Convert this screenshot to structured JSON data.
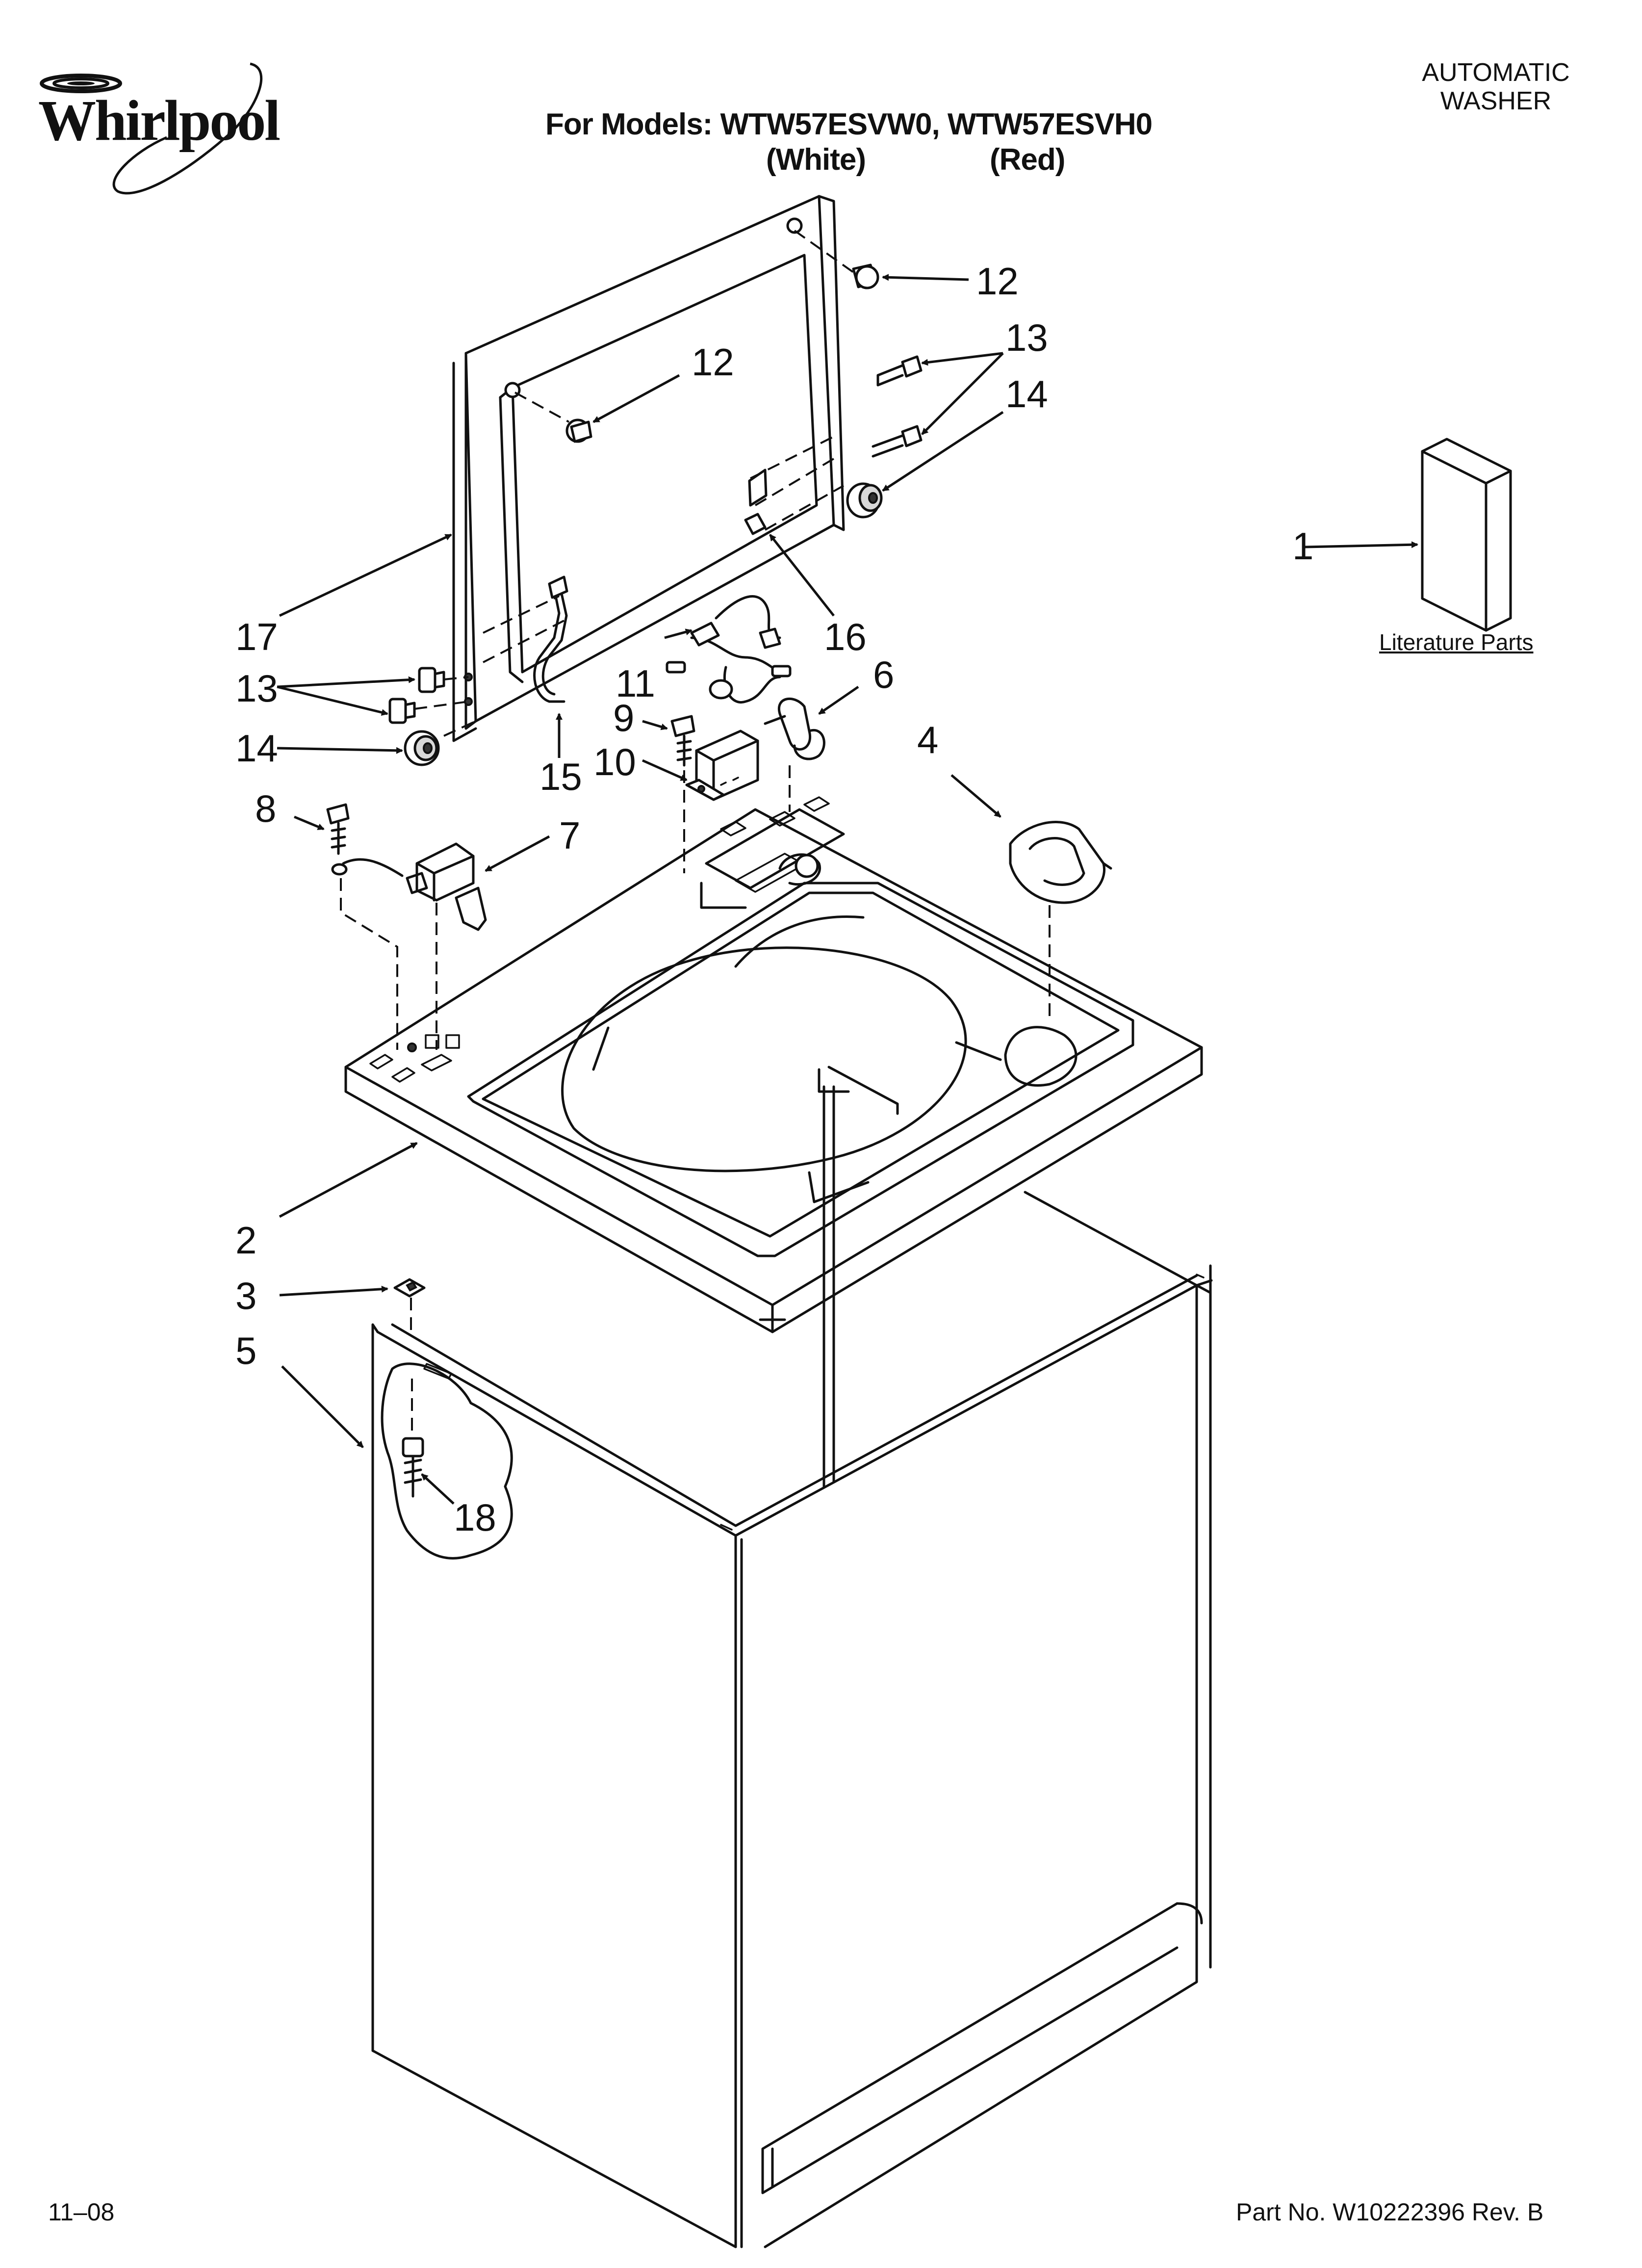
{
  "header": {
    "brand": "Whirlpool",
    "models_line": "For Models: WTW57ESVW0, WTW57ESVH0",
    "color_white": "(White)",
    "color_red": "(Red)",
    "doc_type_line1": "AUTOMATIC",
    "doc_type_line2": "WASHER"
  },
  "literature": {
    "label": "Literature Parts",
    "callout": "1"
  },
  "callouts": [
    "2",
    "3",
    "4",
    "5",
    "6",
    "7",
    "8",
    "9",
    "10",
    "11",
    "12",
    "12",
    "13",
    "13",
    "14",
    "14",
    "15",
    "16",
    "17",
    "18"
  ],
  "footer": {
    "date": "11–08",
    "part_no": "Part No. W10222396 Rev. B"
  },
  "colors": {
    "ink": "#111111",
    "paper": "#ffffff",
    "shade": "#d8d8d8"
  }
}
